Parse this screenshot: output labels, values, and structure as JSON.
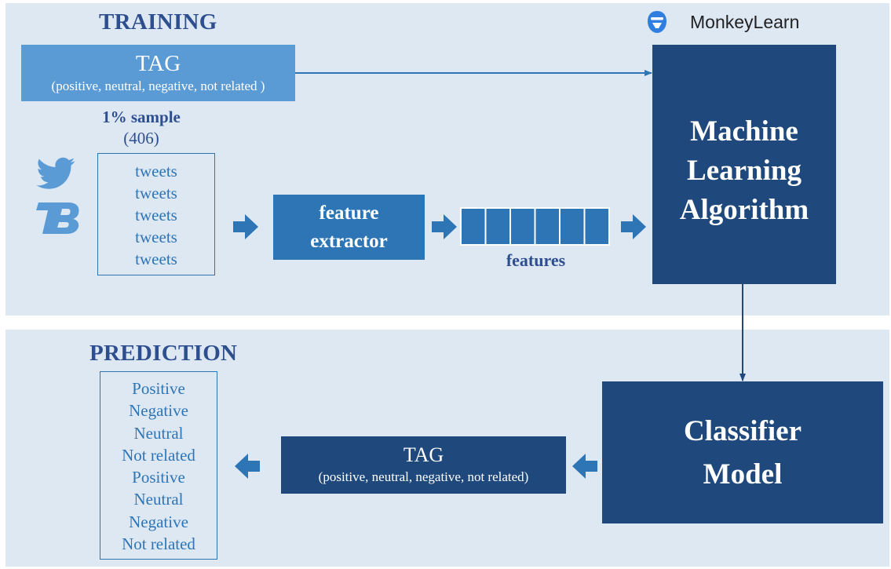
{
  "training": {
    "title": "TRAINING",
    "tag_title": "TAG",
    "tag_options": "(positive, neutral, negative, not related )",
    "sample_label": "1% sample",
    "sample_count": "(406)",
    "tweets": [
      "tweets",
      "tweets",
      "tweets",
      "tweets",
      "tweets"
    ],
    "feature_extractor": [
      "feature",
      "extractor"
    ],
    "features_label": "features",
    "feature_cells": 6,
    "algorithm": [
      "Machine",
      "Learning",
      "Algorithm"
    ]
  },
  "brand": {
    "name": "MonkeyLearn",
    "icon": "monkeylearn-logo-icon"
  },
  "sources": [
    {
      "icon": "twitter-bird-icon"
    },
    {
      "icon": "tb-logo-icon"
    }
  ],
  "prediction": {
    "title": "PREDICTION",
    "classifier": [
      "Classifier",
      "Model"
    ],
    "tag_title": "TAG",
    "tag_options": "(positive, neutral, negative, not related)",
    "results": [
      "Positive",
      "Negative",
      "Neutral",
      "Not related",
      "Positive",
      "Neutral",
      "Negative",
      "Not related"
    ]
  },
  "colors": {
    "panel": "#dde8f3",
    "light_blue": "#5b9bd5",
    "mid_blue": "#2e75b6",
    "dark_blue": "#1f497d",
    "title_blue": "#2e4f8f"
  }
}
